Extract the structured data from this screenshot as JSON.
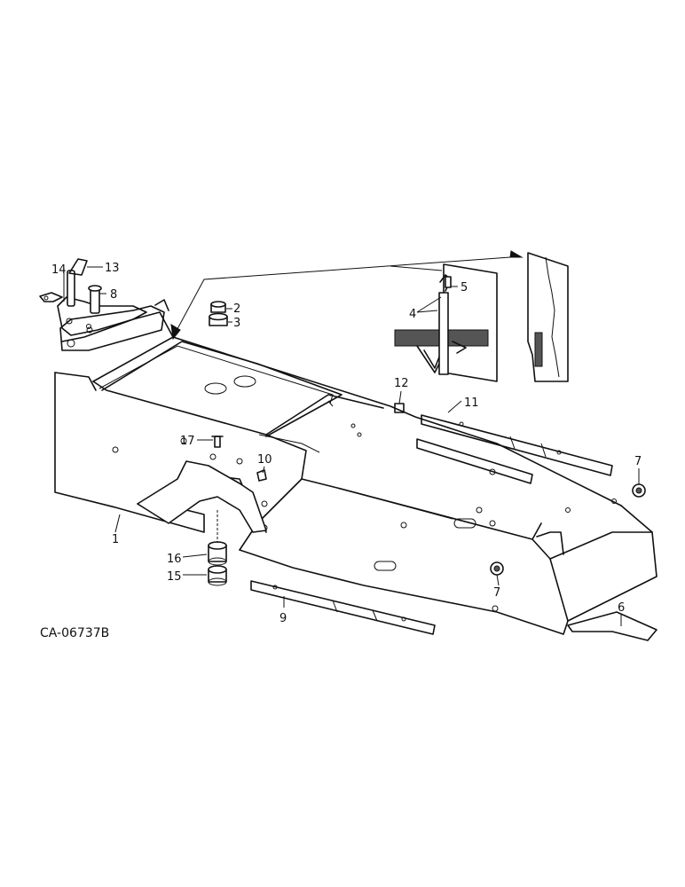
{
  "figure_id": "CA-06737B",
  "callouts": {
    "c1": "1",
    "c2": "2",
    "c3": "3",
    "c4": "4",
    "c5": "5",
    "c6": "6",
    "c7a": "7",
    "c7b": "7",
    "c8": "8",
    "c9": "9",
    "c10": "10",
    "c11": "11",
    "c12": "12",
    "c13": "13",
    "c14": "14",
    "c15": "15",
    "c16": "16",
    "c17": "17"
  }
}
